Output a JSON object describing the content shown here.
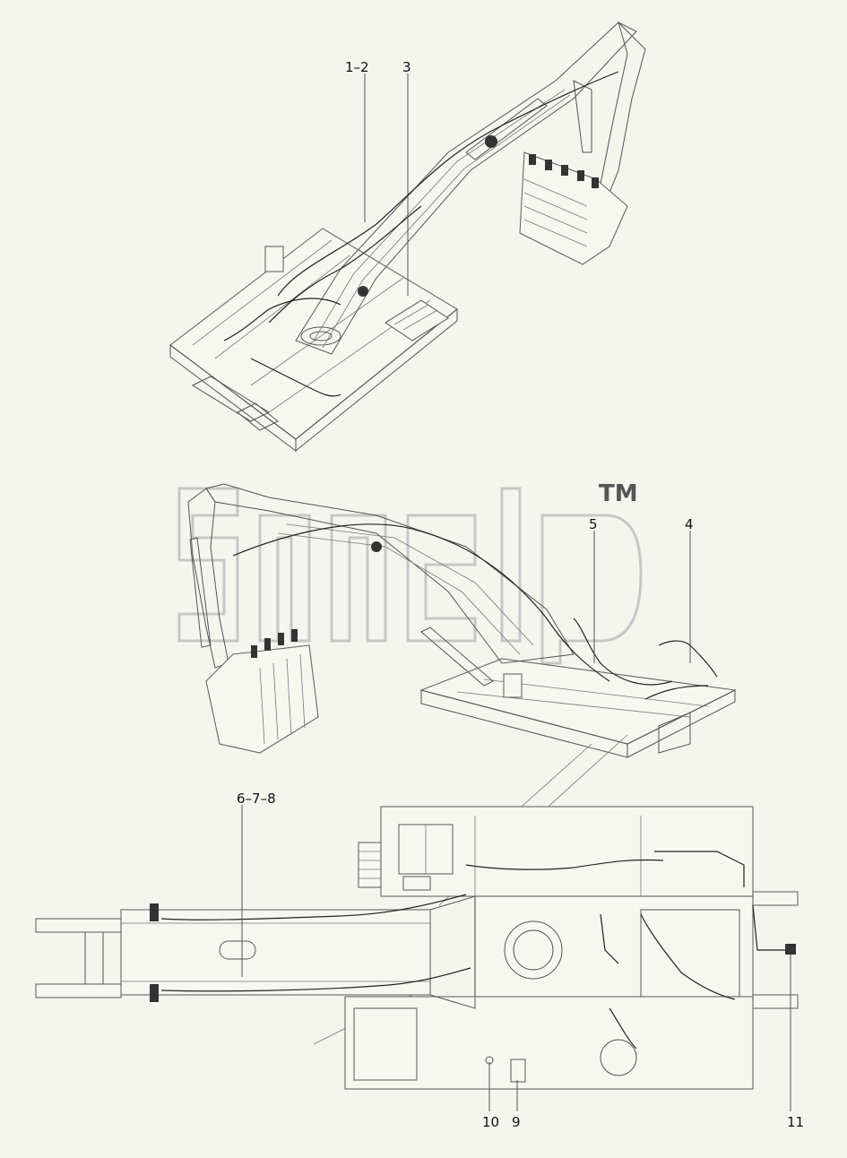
{
  "callouts": {
    "c1_2": "1–2",
    "c3": "3",
    "c4": "4",
    "c5": "5",
    "c6_7_8": "6–7–8",
    "c9": "9",
    "c10": "10",
    "c11": "11"
  },
  "watermark": {
    "trademark": "TM"
  },
  "colors": {
    "background": "#f4f5ef",
    "lines": "#555555",
    "wiring": "#222222"
  }
}
